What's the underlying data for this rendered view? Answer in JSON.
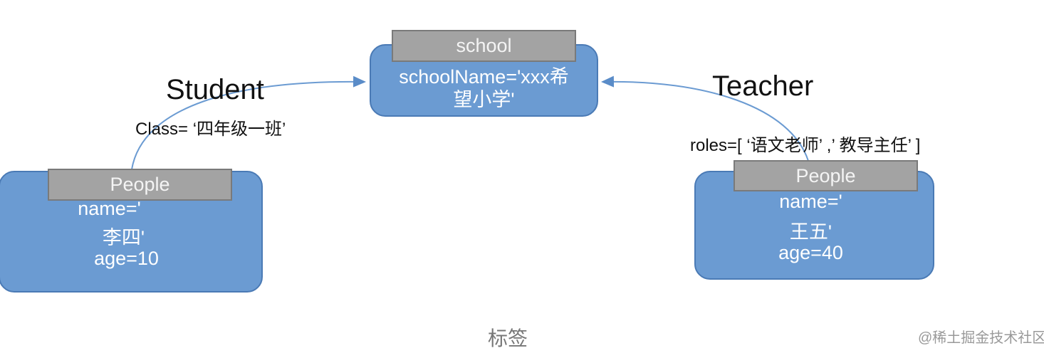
{
  "school": {
    "header": "school",
    "lines": [
      "schoolName='xxx希",
      "望小学'"
    ]
  },
  "student": {
    "relation": "Student",
    "attr": "Class=  ‘四年级一班’",
    "header": "People",
    "lines": [
      "name='",
      "李四'",
      "age=10"
    ]
  },
  "teacher": {
    "relation": "Teacher",
    "attr": "roles=[  ‘语文老师’ ,’ 教导主任’ ]",
    "header": "People",
    "lines": [
      "name='",
      "王五'",
      "age=40"
    ]
  },
  "caption": "标签",
  "watermark": "@稀土掘金技术社区",
  "colors": {
    "box": "#6b9bd2",
    "header": "#a3a3a3",
    "arrow": "#6b9bd2"
  }
}
